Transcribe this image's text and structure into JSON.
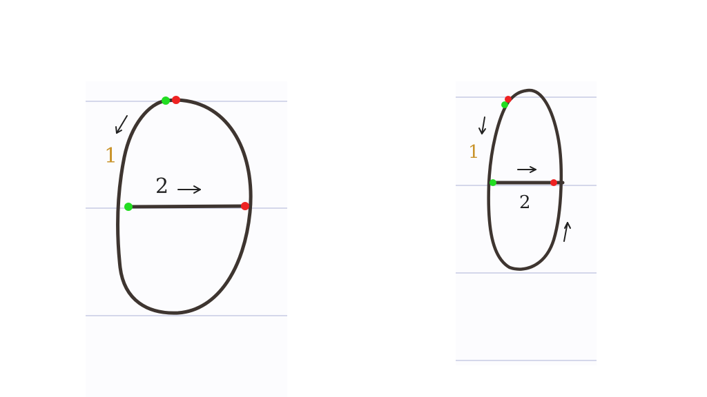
{
  "colors": {
    "stroke": "#3e3530",
    "start_dot": "#22dd22",
    "end_dot": "#ee2222",
    "rule_line": "#d4d7ea",
    "stroke_number_orange": "#c9932a",
    "stroke_number_dark": "#222222"
  },
  "left_letter": {
    "stroke1_label": "1",
    "stroke2_label": "2",
    "arrow1_icon": "arrow-down-left-icon",
    "arrow2_icon": "arrow-right-icon"
  },
  "right_letter": {
    "stroke1_label": "1",
    "stroke2_label": "2",
    "arrow1_icon": "arrow-down-icon",
    "arrow2_icon": "arrow-right-icon",
    "arrow3_icon": "arrow-up-icon"
  }
}
